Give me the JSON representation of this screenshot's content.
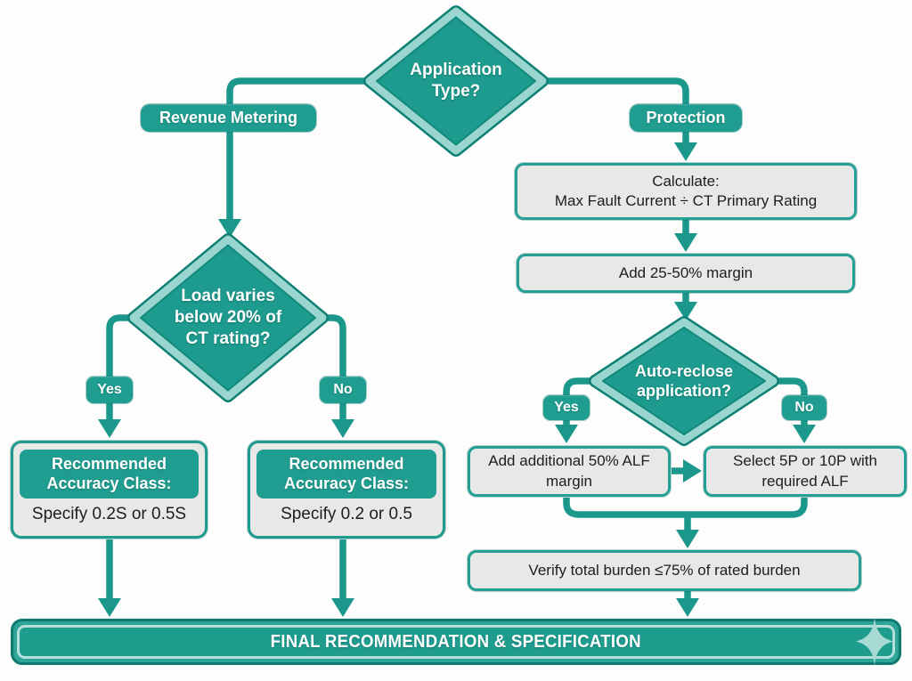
{
  "diagram": {
    "decisions": {
      "application_type": "Application Type?",
      "load_varies": "Load varies below 20% of CT rating?",
      "auto_reclose": "Auto-reclose application?"
    },
    "branch_labels": {
      "revenue_metering": "Revenue Metering",
      "protection": "Protection",
      "yes_left": "Yes",
      "no_left": "No",
      "yes_right": "Yes",
      "no_right": "No"
    },
    "process": {
      "calculate_title": "Calculate:",
      "calculate_formula": "Max Fault Current ÷ CT Primary Rating",
      "margin": "Add 25-50% margin",
      "alf_margin": "Add additional 50% ALF margin",
      "select_class": "Select 5P or 10P with required ALF",
      "verify": "Verify total burden ≤75% of rated burden"
    },
    "results": {
      "accuracy_header_left": "Recommended Accuracy Class:",
      "accuracy_body_left": "Specify 0.2S or 0.5S",
      "accuracy_header_right": "Recommended Accuracy Class:",
      "accuracy_body_right": "Specify 0.2 or 0.5"
    },
    "footer": {
      "final": "FINAL RECOMMENDATION & SPECIFICATION"
    },
    "icons": {
      "sparkle": "four-point-star"
    },
    "colors": {
      "teal": "#1e9b8e",
      "teal_dark": "#0e7f74",
      "teal_light": "#9ad6cf",
      "box_fill": "#e8e8e8",
      "box_border": "#25a094",
      "text": "#1d1d1d"
    }
  }
}
